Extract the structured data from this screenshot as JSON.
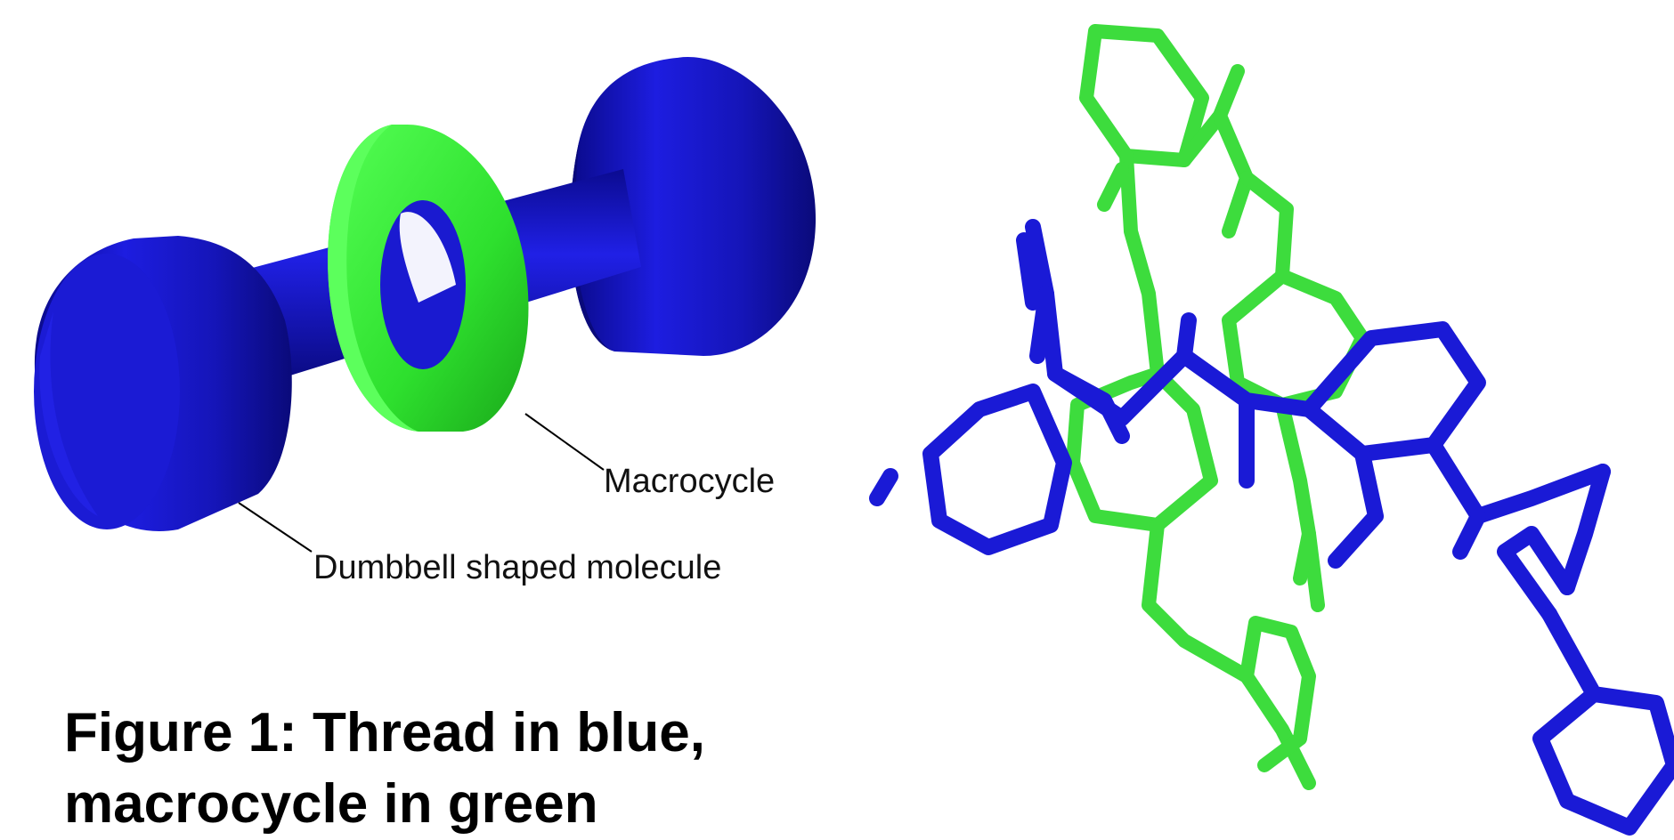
{
  "callouts": {
    "macrocycle": "Macrocycle",
    "dumbbell": "Dumbbell shaped molecule"
  },
  "caption": {
    "line1": "Figure 1: Thread in blue,",
    "line2": "macrocycle in green"
  },
  "colors": {
    "thread": "#1a1ad6",
    "thread_dark": "#0a0a8a",
    "macrocycle": "#33ee33",
    "macrocycle_dark": "#1fa81f",
    "stick_green": "#3ddc3d"
  },
  "icons": {
    "dumbbell": "dumbbell-cartoon-icon",
    "ring": "ring-icon",
    "molecule": "stick-model-icon"
  }
}
